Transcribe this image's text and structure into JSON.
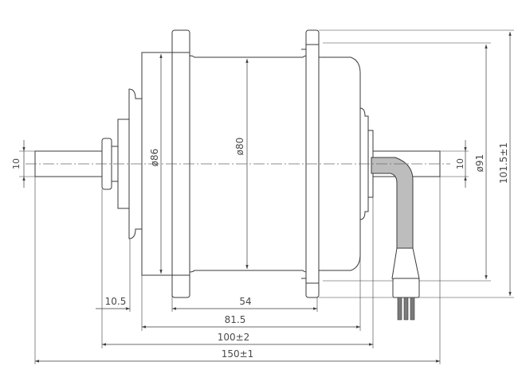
{
  "dimensions": {
    "shaft_diameter_left": "10",
    "flange_diameter": "ø86",
    "body_diameter": "ø80",
    "shaft_diameter_right": "10",
    "right_flange_diameter": "ø91",
    "overall_height": "101.5±1",
    "shaft_step": "10.5",
    "flange_spacing": "54",
    "body_length": "81.5",
    "over_locknut": "100±2",
    "axle_length": "150±1"
  },
  "colors": {
    "line": "#3a3a3a",
    "text": "#4a4a4a",
    "cable_fill": "#bdbdbd",
    "connector_fill": "#7a7a7a"
  }
}
